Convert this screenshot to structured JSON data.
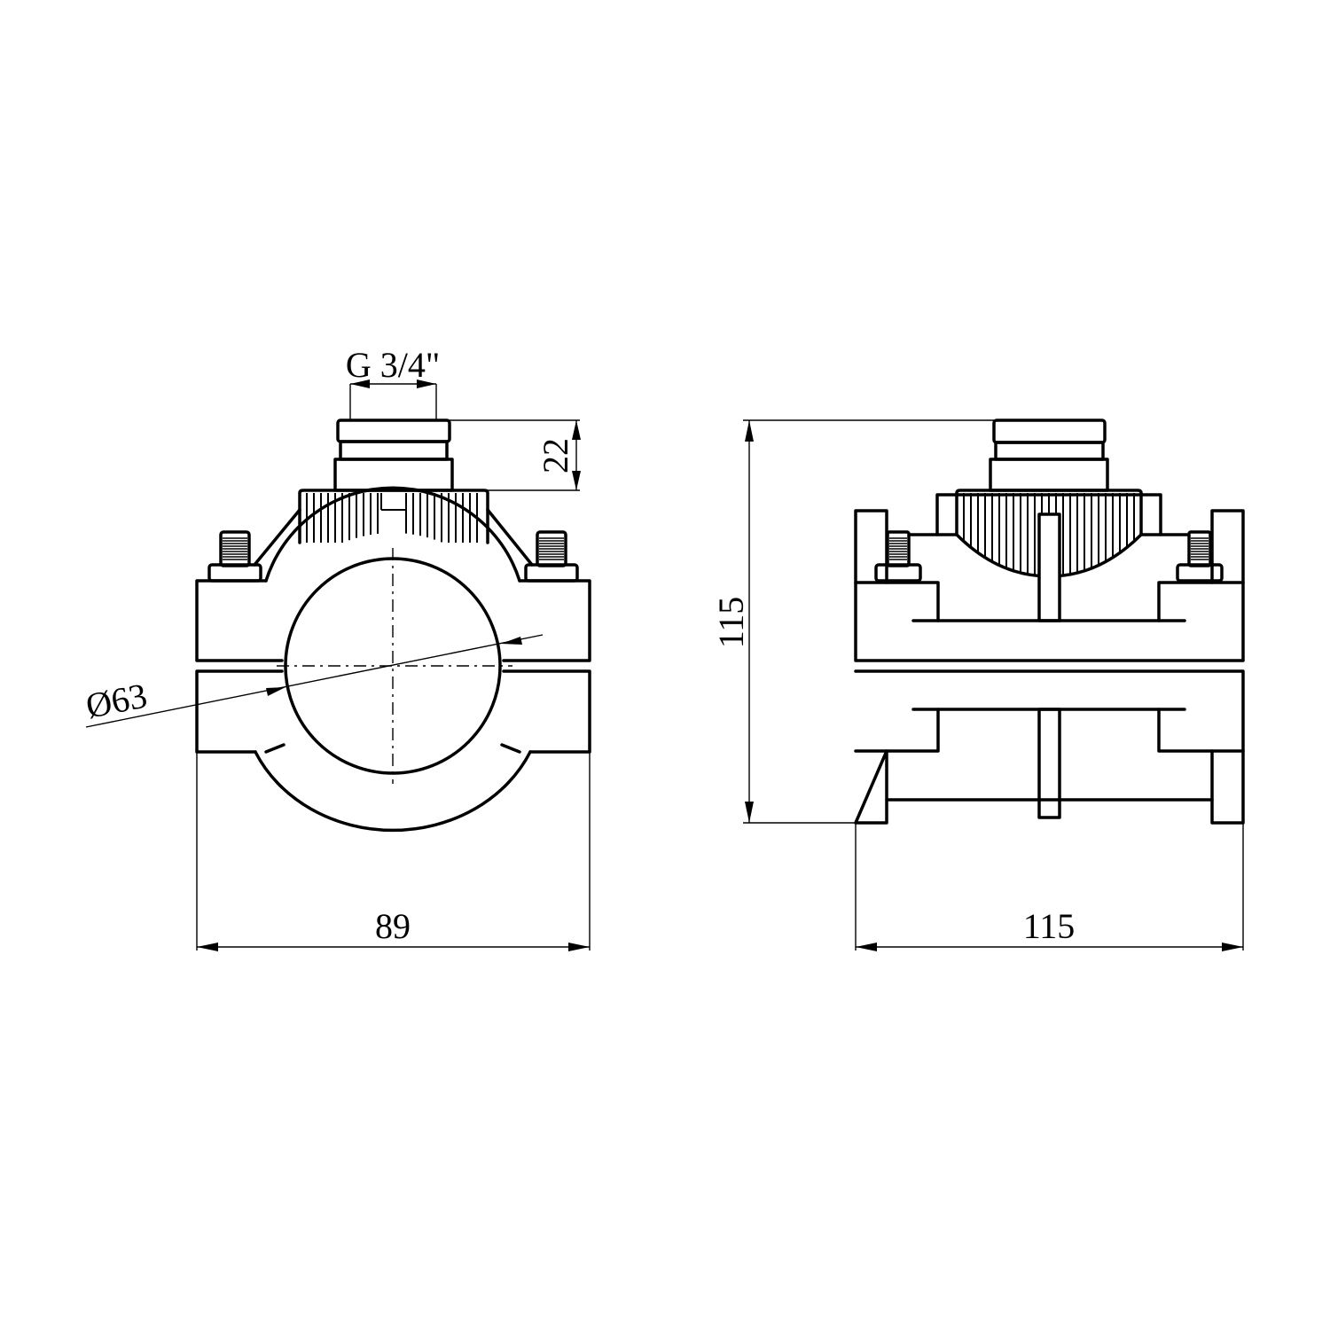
{
  "drawing": {
    "front_view": {
      "thread_label": "G 3/4\"",
      "outlet_height_label": "22",
      "pipe_diameter_label": "Ø63",
      "width_label": "89"
    },
    "side_view": {
      "height_label": "115",
      "width_label": "115"
    },
    "colors": {
      "line": "#000000",
      "background": "#ffffff"
    }
  }
}
